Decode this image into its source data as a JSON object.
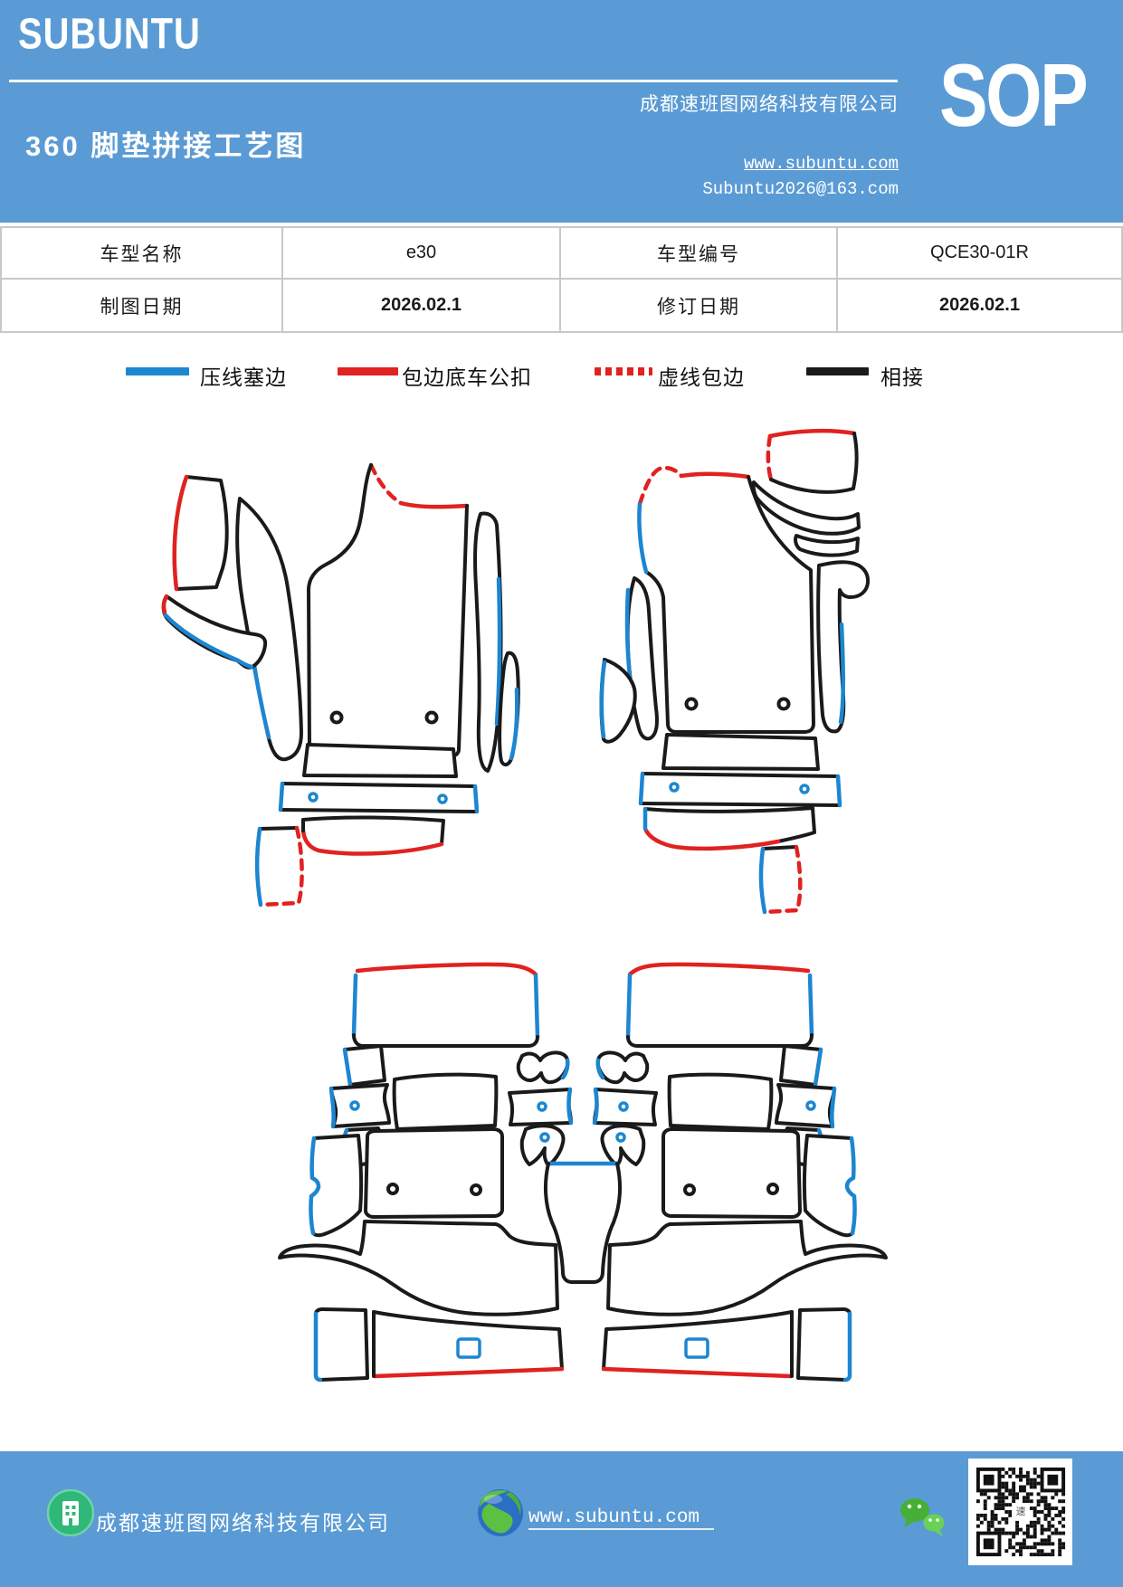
{
  "page": {
    "background": "#ffffff",
    "accent_blue": "#5b9bd5"
  },
  "header": {
    "brand": "SUBUNTU",
    "company": "成都速班图网络科技有限公司",
    "title": "360 脚垫拼接工艺图",
    "website": "www.subuntu.com",
    "email": "Subuntu2026@163.com",
    "sop": "SOP"
  },
  "info_table": {
    "rows": [
      [
        "车型名称",
        "e30",
        "车型编号",
        "QCE30-01R"
      ],
      [
        "制图日期",
        "2026.02.1",
        "修订日期",
        "2026.02.1"
      ]
    ]
  },
  "legend": {
    "items": [
      {
        "label": "压线塞边",
        "color": "#1c86d1",
        "style": "solid"
      },
      {
        "label": "包边底车公扣",
        "color": "#e02220",
        "style": "solid"
      },
      {
        "label": "虚线包边",
        "color": "#e02220",
        "style": "dashed"
      },
      {
        "label": "相接",
        "color": "#1a1a1a",
        "style": "solid"
      }
    ]
  },
  "diagram": {
    "groups": [
      "front-left-mat-set",
      "front-right-mat-set",
      "rear-mat-set"
    ],
    "line_colors": {
      "press_edge_blue": "#1c86d1",
      "binding_buckle_red": "#e02220",
      "dashed_binding_red": "#e02220",
      "joint_black": "#1a1a1a"
    }
  },
  "footer": {
    "company": "成都速班图网络科技有限公司",
    "website": "www.subuntu.com"
  }
}
